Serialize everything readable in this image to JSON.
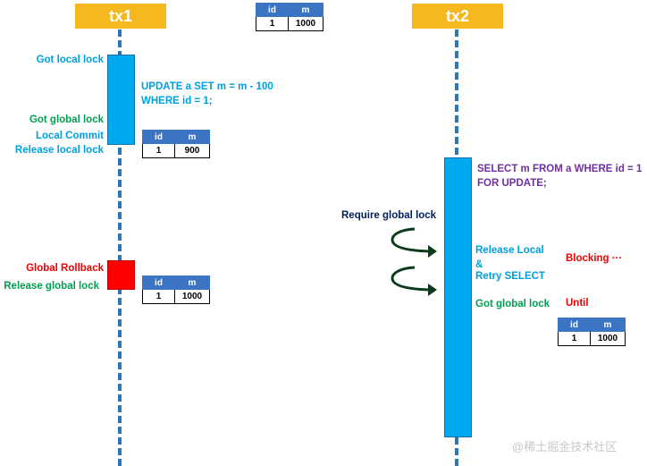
{
  "participants": {
    "tx1": "tx1",
    "tx2": "tx2"
  },
  "tables": {
    "initial": {
      "headers": [
        "id",
        "m"
      ],
      "row": [
        "1",
        "1000"
      ]
    },
    "after_update": {
      "headers": [
        "id",
        "m"
      ],
      "row": [
        "1",
        "900"
      ]
    },
    "after_rollback": {
      "headers": [
        "id",
        "m"
      ],
      "row": [
        "1",
        "1000"
      ]
    },
    "tx2_result": {
      "headers": [
        "id",
        "m"
      ],
      "row": [
        "1",
        "1000"
      ]
    }
  },
  "tx1_labels": {
    "got_local_lock": "Got local lock",
    "update_line1": "UPDATE a SET m = m - 100",
    "update_line2": "WHERE id = 1;",
    "got_global_lock": "Got global lock",
    "local_commit": "Local Commit",
    "release_local_lock": "Release local lock",
    "global_rollback": "Global Rollback",
    "release_global_lock": "Release global lock"
  },
  "tx2_labels": {
    "select_line1": "SELECT m FROM a WHERE id = 1",
    "select_line2": "FOR UPDATE;",
    "require_global_lock": "Require global lock",
    "release_local": "Release Local",
    "ampersand": "&",
    "retry_select": "Retry SELECT",
    "got_global_lock": "Got global lock",
    "blocking": "Blocking ···",
    "until": "Until"
  },
  "watermark": "@稀土掘金技术社区",
  "colors": {
    "header": "#f5b81f",
    "lifeline": "#2e75b6",
    "activation": "#00aaee",
    "rollback": "#ff0000"
  }
}
